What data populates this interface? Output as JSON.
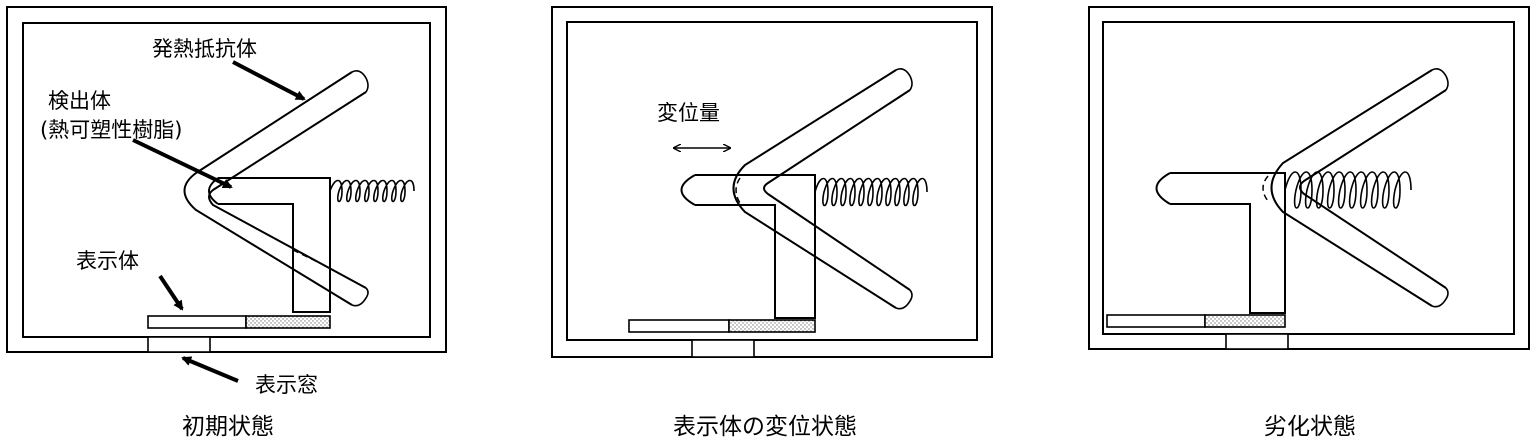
{
  "panels": [
    {
      "caption": "初期状態",
      "labels": {
        "heater": "発熱抵抗体",
        "detector_line1": "検出体",
        "detector_line2": "(熱可塑性樹脂)",
        "indicator": "表示体",
        "window": "表示窓"
      }
    },
    {
      "caption": "表示体の変位状態",
      "labels": {
        "displacement": "変位量"
      }
    },
    {
      "caption": "劣化状態",
      "labels": {}
    }
  ],
  "icons": [
    "arrow-icon",
    "double-arrow-icon",
    "spring-coil-icon"
  ],
  "colors": {
    "line": "#000000",
    "fill_dotted": "#d9d9d9",
    "background": "#ffffff"
  }
}
